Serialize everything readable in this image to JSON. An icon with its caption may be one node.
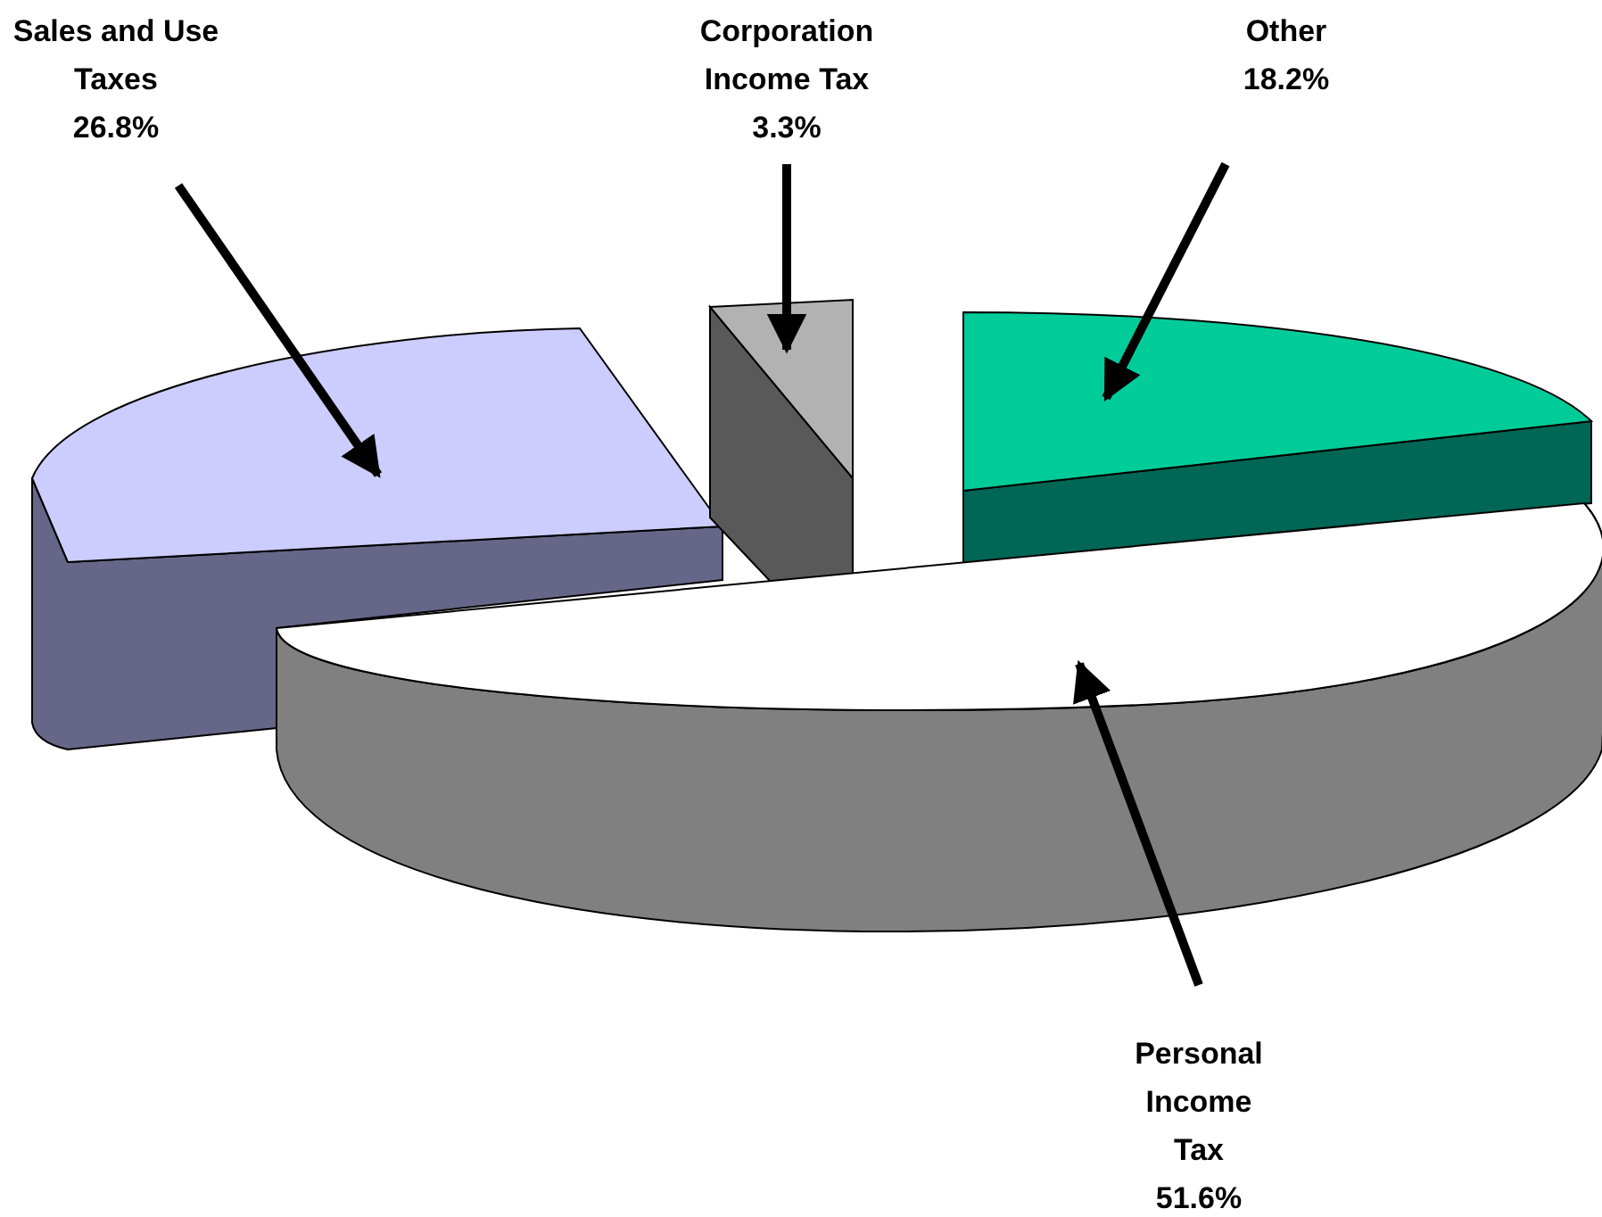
{
  "diagram": {
    "nodes": [
      {
        "text": [
          "Sales and Use Taxes",
          "26.8%"
        ]
      },
      {
        "text": [
          "Corporation Income Tax",
          "3.3%"
        ]
      },
      {
        "text": [
          "Other",
          "18.2%"
        ]
      },
      {
        "text": [
          "Personal Income Tax",
          "51.6%"
        ]
      },
      {
        "text": [],
        "shape": "wedge"
      },
      {
        "text": [],
        "shape": "wedge"
      },
      {
        "text": [],
        "shape": "wedge"
      },
      {
        "text": [],
        "shape": "wedge"
      }
    ],
    "edges": [
      {
        "from": 0,
        "to": 4,
        "arrow": "to"
      },
      {
        "from": 1,
        "to": 5,
        "arrow": "to"
      },
      {
        "from": 2,
        "to": 6,
        "arrow": "to"
      },
      {
        "from": 3,
        "to": 7,
        "arrow": "to"
      }
    ]
  }
}
